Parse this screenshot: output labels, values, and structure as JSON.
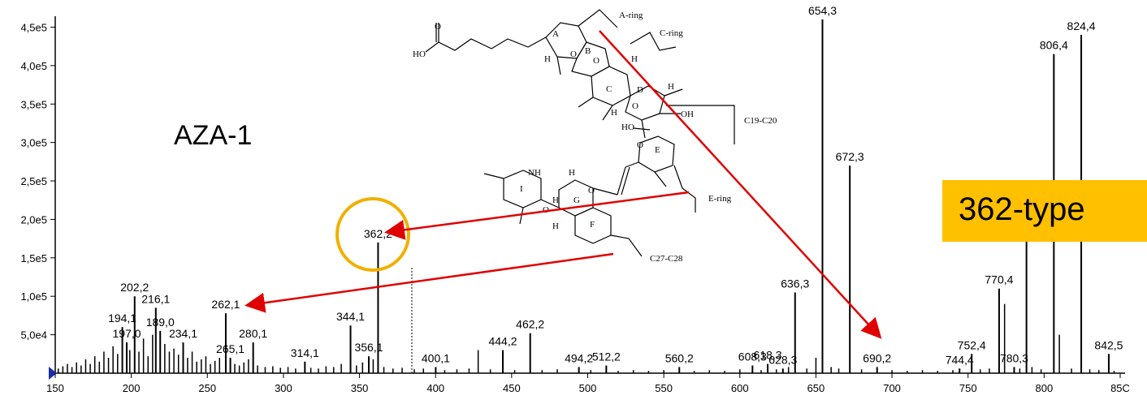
{
  "compound_label": "AZA-1",
  "type_box_label": "362-type",
  "highlight_color": "#ffc000",
  "arrow_color": "#e00000",
  "structure_labels": {
    "ring_A": "A",
    "ring_B": "B",
    "ring_C": "C",
    "ring_D": "D",
    "ring_E": "E",
    "ring_F": "F",
    "ring_G": "G",
    "ring_I": "I",
    "ho_acid": "HO",
    "carbonyl_o": "O",
    "o1": "O",
    "o2": "O",
    "o3": "O",
    "o4": "O",
    "o5": "O",
    "o6": "O",
    "h1": "H",
    "h2": "H",
    "h3": "H",
    "h4": "H",
    "h5": "H",
    "h6": "H",
    "h7": "H",
    "oh": "OH",
    "ho": "HO",
    "nh": "NH",
    "cleave_a": "A-ring",
    "cleave_c": "C-ring",
    "cleave_c19": "C19-C20",
    "cleave_e": "E-ring",
    "cleave_c27": "C27-C28"
  },
  "chart_data": {
    "type": "bar",
    "xlim": [
      150,
      850
    ],
    "ylim": [
      0,
      460000
    ],
    "x_ticks": [
      150,
      200,
      250,
      300,
      350,
      400,
      450,
      500,
      550,
      600,
      650,
      700,
      750,
      800,
      850
    ],
    "x_tick_labels": [
      "150",
      "200",
      "250",
      "300",
      "350",
      "400",
      "450",
      "500",
      "550",
      "600",
      "650",
      "700",
      "750",
      "800",
      "85C"
    ],
    "y_ticks": [
      50000,
      100000,
      150000,
      200000,
      250000,
      300000,
      350000,
      400000,
      450000
    ],
    "y_tick_labels": [
      "5,0e4",
      "1,0e5",
      "1,5e5",
      "2,0e5",
      "2,5e5",
      "3,0e5",
      "3,5e5",
      "4,0e5",
      "4,5e5"
    ],
    "peaks": [
      {
        "x": 194.1,
        "y": 60000,
        "label": "194,1"
      },
      {
        "x": 197.0,
        "y": 40000,
        "label": "197,0"
      },
      {
        "x": 202.2,
        "y": 100000,
        "label": "202,2"
      },
      {
        "x": 216.1,
        "y": 85000,
        "label": "216,1"
      },
      {
        "x": 219.0,
        "y": 55000,
        "label": "189,0"
      },
      {
        "x": 234.1,
        "y": 40000,
        "label": "234,1"
      },
      {
        "x": 262.1,
        "y": 78000,
        "label": "262,1"
      },
      {
        "x": 265.1,
        "y": 20000,
        "label": "265,1"
      },
      {
        "x": 280.1,
        "y": 40000,
        "label": "280,1"
      },
      {
        "x": 314.1,
        "y": 15000,
        "label": "314,1"
      },
      {
        "x": 344.1,
        "y": 62000,
        "label": "344,1"
      },
      {
        "x": 356.1,
        "y": 22000,
        "label": "356,1"
      },
      {
        "x": 362.2,
        "y": 170000,
        "label": "362,2"
      },
      {
        "x": 400.1,
        "y": 8000,
        "label": "400,1"
      },
      {
        "x": 444.2,
        "y": 30000,
        "label": "444,2"
      },
      {
        "x": 462.2,
        "y": 52000,
        "label": "462,2"
      },
      {
        "x": 494.2,
        "y": 8000,
        "label": "494,2"
      },
      {
        "x": 512.2,
        "y": 10000,
        "label": "512,2"
      },
      {
        "x": 560.2,
        "y": 8000,
        "label": "560,2"
      },
      {
        "x": 608.3,
        "y": 10000,
        "label": "608,3"
      },
      {
        "x": 618.3,
        "y": 12000,
        "label": "618,3"
      },
      {
        "x": 628.3,
        "y": 6000,
        "label": "628,3"
      },
      {
        "x": 636.3,
        "y": 105000,
        "label": "636,3"
      },
      {
        "x": 654.3,
        "y": 460000,
        "label": "654,3"
      },
      {
        "x": 672.3,
        "y": 270000,
        "label": "672,3"
      },
      {
        "x": 690.2,
        "y": 8000,
        "label": "690,2"
      },
      {
        "x": 744.4,
        "y": 6000,
        "label": "744,4"
      },
      {
        "x": 752.4,
        "y": 25000,
        "label": "752,4"
      },
      {
        "x": 770.4,
        "y": 110000,
        "label": "770,4"
      },
      {
        "x": 780.3,
        "y": 8000,
        "label": "780,3"
      },
      {
        "x": 788.4,
        "y": 175000,
        "label": ""
      },
      {
        "x": 806.4,
        "y": 415000,
        "label": "806,4"
      },
      {
        "x": 824.4,
        "y": 440000,
        "label": "824,4"
      },
      {
        "x": 842.5,
        "y": 25000,
        "label": "842,5"
      }
    ],
    "noise_peaks": [
      {
        "x": 152,
        "y": 6000
      },
      {
        "x": 155,
        "y": 9000
      },
      {
        "x": 158,
        "y": 12000
      },
      {
        "x": 161,
        "y": 8000
      },
      {
        "x": 164,
        "y": 14000
      },
      {
        "x": 167,
        "y": 10000
      },
      {
        "x": 170,
        "y": 18000
      },
      {
        "x": 173,
        "y": 12000
      },
      {
        "x": 176,
        "y": 22000
      },
      {
        "x": 179,
        "y": 15000
      },
      {
        "x": 182,
        "y": 28000
      },
      {
        "x": 185,
        "y": 20000
      },
      {
        "x": 188,
        "y": 35000
      },
      {
        "x": 191,
        "y": 25000
      },
      {
        "x": 199,
        "y": 30000
      },
      {
        "x": 205,
        "y": 28000
      },
      {
        "x": 208,
        "y": 45000
      },
      {
        "x": 211,
        "y": 22000
      },
      {
        "x": 214,
        "y": 50000
      },
      {
        "x": 222,
        "y": 38000
      },
      {
        "x": 225,
        "y": 28000
      },
      {
        "x": 228,
        "y": 32000
      },
      {
        "x": 231,
        "y": 24000
      },
      {
        "x": 237,
        "y": 20000
      },
      {
        "x": 240,
        "y": 28000
      },
      {
        "x": 243,
        "y": 15000
      },
      {
        "x": 246,
        "y": 18000
      },
      {
        "x": 249,
        "y": 22000
      },
      {
        "x": 252,
        "y": 12000
      },
      {
        "x": 255,
        "y": 16000
      },
      {
        "x": 258,
        "y": 20000
      },
      {
        "x": 268,
        "y": 12000
      },
      {
        "x": 271,
        "y": 10000
      },
      {
        "x": 274,
        "y": 14000
      },
      {
        "x": 277,
        "y": 18000
      },
      {
        "x": 283,
        "y": 10000
      },
      {
        "x": 288,
        "y": 8000
      },
      {
        "x": 293,
        "y": 9000
      },
      {
        "x": 298,
        "y": 7000
      },
      {
        "x": 303,
        "y": 8000
      },
      {
        "x": 308,
        "y": 6000
      },
      {
        "x": 318,
        "y": 7000
      },
      {
        "x": 323,
        "y": 6000
      },
      {
        "x": 328,
        "y": 9000
      },
      {
        "x": 333,
        "y": 8000
      },
      {
        "x": 338,
        "y": 12000
      },
      {
        "x": 348,
        "y": 10000
      },
      {
        "x": 352,
        "y": 14000
      },
      {
        "x": 359,
        "y": 18000
      },
      {
        "x": 366,
        "y": 8000
      },
      {
        "x": 372,
        "y": 6000
      },
      {
        "x": 378,
        "y": 7000
      },
      {
        "x": 386,
        "y": 5000
      },
      {
        "x": 392,
        "y": 6000
      },
      {
        "x": 406,
        "y": 4000
      },
      {
        "x": 414,
        "y": 5000
      },
      {
        "x": 422,
        "y": 6000
      },
      {
        "x": 428,
        "y": 30000
      },
      {
        "x": 436,
        "y": 5000
      },
      {
        "x": 452,
        "y": 4000
      },
      {
        "x": 470,
        "y": 4000
      },
      {
        "x": 480,
        "y": 5000
      },
      {
        "x": 502,
        "y": 4000
      },
      {
        "x": 520,
        "y": 3000
      },
      {
        "x": 530,
        "y": 4000
      },
      {
        "x": 540,
        "y": 3000
      },
      {
        "x": 550,
        "y": 4000
      },
      {
        "x": 570,
        "y": 3000
      },
      {
        "x": 580,
        "y": 4000
      },
      {
        "x": 590,
        "y": 3000
      },
      {
        "x": 600,
        "y": 5000
      },
      {
        "x": 614,
        "y": 4000
      },
      {
        "x": 624,
        "y": 5000
      },
      {
        "x": 632,
        "y": 8000
      },
      {
        "x": 644,
        "y": 6000
      },
      {
        "x": 650,
        "y": 20000
      },
      {
        "x": 660,
        "y": 8000
      },
      {
        "x": 665,
        "y": 6000
      },
      {
        "x": 680,
        "y": 5000
      },
      {
        "x": 700,
        "y": 4000
      },
      {
        "x": 710,
        "y": 3000
      },
      {
        "x": 720,
        "y": 4000
      },
      {
        "x": 730,
        "y": 3000
      },
      {
        "x": 740,
        "y": 4000
      },
      {
        "x": 758,
        "y": 5000
      },
      {
        "x": 764,
        "y": 6000
      },
      {
        "x": 774,
        "y": 90000
      },
      {
        "x": 784,
        "y": 6000
      },
      {
        "x": 792,
        "y": 8000
      },
      {
        "x": 798,
        "y": 5000
      },
      {
        "x": 810,
        "y": 50000
      },
      {
        "x": 818,
        "y": 6000
      },
      {
        "x": 830,
        "y": 5000
      },
      {
        "x": 836,
        "y": 4000
      },
      {
        "x": 846,
        "y": 3000
      }
    ],
    "annotations": [
      {
        "type": "circle",
        "x": 362.2,
        "label": "362,2"
      },
      {
        "type": "arrow",
        "target": 362.2,
        "from": "E-ring"
      },
      {
        "type": "arrow",
        "target": 262.1,
        "from": "C27-C28"
      },
      {
        "type": "arrow",
        "target": 690.2,
        "from": "A-ring"
      }
    ]
  }
}
